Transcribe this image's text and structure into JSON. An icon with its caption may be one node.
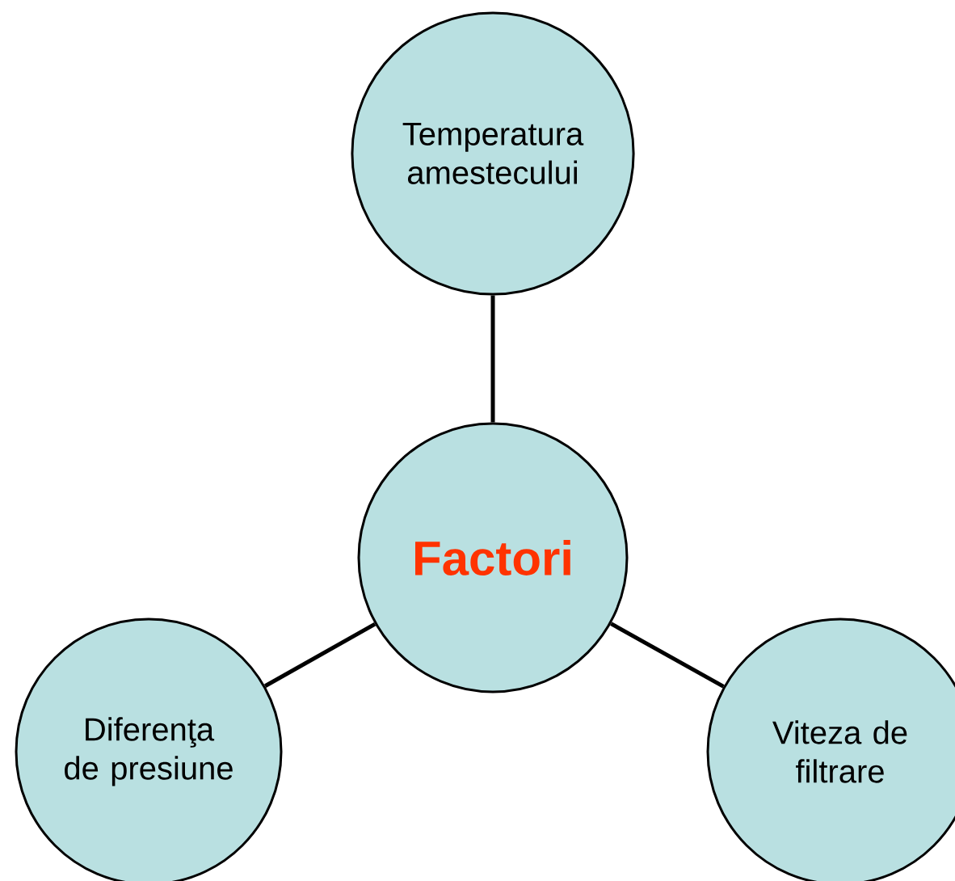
{
  "diagram": {
    "nodes": [
      {
        "text": [
          "Temperatura amestecului"
        ]
      },
      {
        "text": [
          "Factori"
        ]
      },
      {
        "text": [
          "Diferenţa de presiune"
        ]
      },
      {
        "text": [
          "Viteza de filtrare"
        ]
      }
    ],
    "edges": [
      {
        "from": 1,
        "to": 0,
        "arrow": "none"
      },
      {
        "from": 1,
        "to": 2,
        "arrow": "none"
      },
      {
        "from": 1,
        "to": 3,
        "arrow": "none"
      }
    ]
  }
}
